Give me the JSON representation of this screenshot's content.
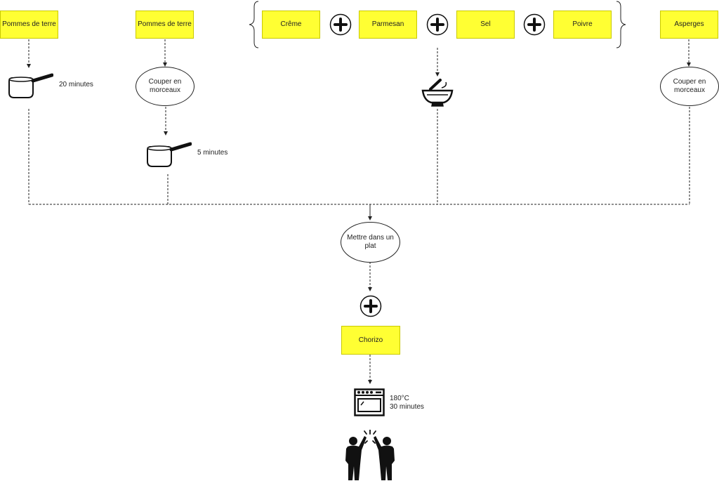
{
  "ingredients": {
    "pommes_de_terre_1": "Pommes de terre",
    "pommes_de_terre_2": "Pommes de terre",
    "creme": "Crême",
    "parmesan": "Parmesan",
    "sel": "Sel",
    "poivre": "Poivre",
    "asperges": "Asperges",
    "chorizo": "Chorizo"
  },
  "steps": {
    "couper_1": "Couper en morceaux",
    "couper_2": "Couper en morceaux",
    "mettre_plat": "Mettre dans un plat"
  },
  "durations": {
    "cuisson_1": "20 minutes",
    "cuisson_2": "5 minutes",
    "four_temp": "180°C",
    "four_duree": "30 minutes"
  },
  "icons": [
    "saucepan-icon",
    "mortar-pestle-icon",
    "plus-icon",
    "oven-icon",
    "high-five-icon"
  ],
  "colors": {
    "ingredient_fill": "#ffff33",
    "line": "#222222"
  }
}
